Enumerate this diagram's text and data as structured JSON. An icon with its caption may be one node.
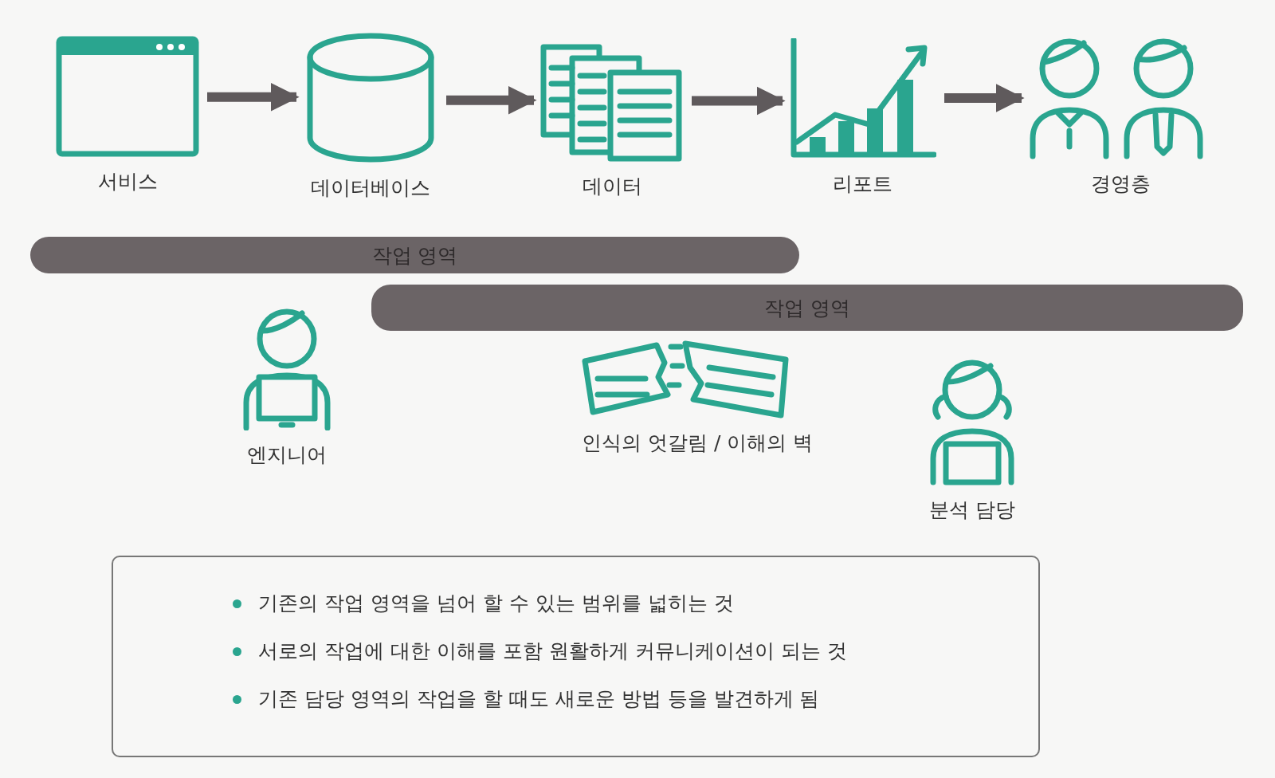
{
  "diagram": {
    "nodes": [
      {
        "text": [
          "서비스"
        ]
      },
      {
        "text": [
          "데이터베이스"
        ]
      },
      {
        "text": [
          "데이터"
        ]
      },
      {
        "text": [
          "리포트"
        ]
      },
      {
        "text": [
          "경영층"
        ]
      },
      {
        "text": [
          "작업 영역"
        ]
      },
      {
        "text": [
          "작업 영역"
        ]
      },
      {
        "text": [
          "엔지니어"
        ]
      },
      {
        "text": [
          "인식의 엇갈림 / 이해의 벽"
        ]
      },
      {
        "text": [
          "분석 담당"
        ]
      },
      {
        "text": [
          "기존의 작업 영역을 넘어 할 수 있는 범위를 넓히는 것",
          "서로의 작업에 대한 이해를 포함 원활하게 커뮤니케이션이 되는 것",
          "기존 담당 영역의 작업을 할 때도 새로운 방법 등을 발견하게 됨"
        ]
      }
    ],
    "edges": [
      {
        "from": 0,
        "to": 1,
        "arrow": "to"
      },
      {
        "from": 1,
        "to": 2,
        "arrow": "to"
      },
      {
        "from": 2,
        "to": 3,
        "arrow": "to"
      },
      {
        "from": 3,
        "to": 4,
        "arrow": "to"
      }
    ]
  }
}
